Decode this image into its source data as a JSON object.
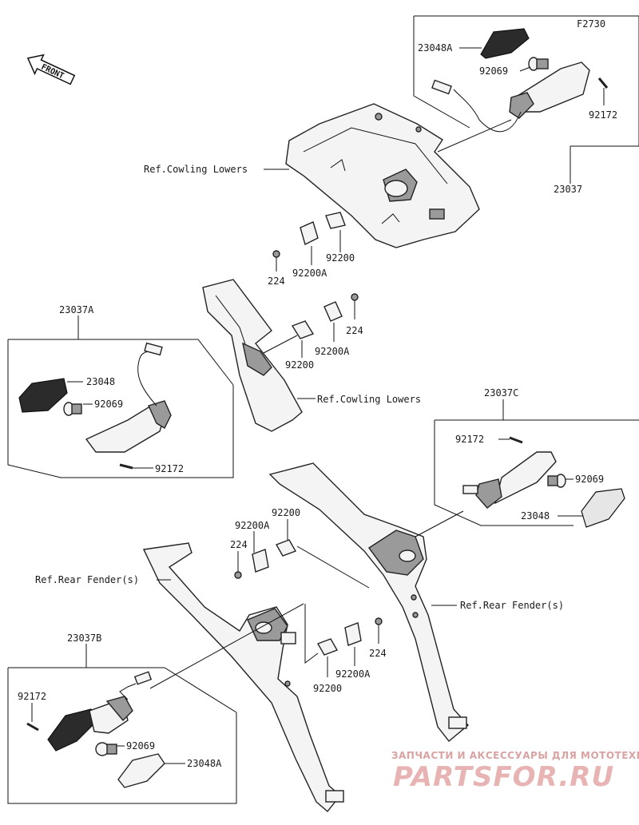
{
  "diagram_code": "F2730",
  "front_label": "FRONT",
  "labels": {
    "lamp_rear_right_top": "23037",
    "lens_a_top": "23048A",
    "bulb_top": "92069",
    "screw_top": "92172",
    "ref_cowling_top": "Ref.Cowling Lowers",
    "ref_cowling_mid": "Ref.Cowling Lowers",
    "screw224_a": "224",
    "plate_a_92200": "92200",
    "plate_a_92200A": "92200A",
    "screw224_b": "224",
    "plate_b_92200": "92200",
    "plate_b_92200A": "92200A",
    "assy_left_front": "23037A",
    "lens_left": "23048",
    "bulb_left": "92069",
    "screw_left": "92172",
    "assy_right_rear": "23037C",
    "screw_right": "92172",
    "bulb_right": "92069",
    "lens_right": "23048",
    "plate_c_92200": "92200",
    "plate_c_92200A": "92200A",
    "screw224_c": "224",
    "ref_fender_left": "Ref.Rear Fender(s)",
    "ref_fender_right": "Ref.Rear Fender(s)",
    "assy_left_rear": "23037B",
    "screw_left_rear": "92172",
    "bulb_left_rear": "92069",
    "lens_left_rear": "23048A",
    "screw224_d": "224",
    "plate_d_92200A": "92200A",
    "plate_d_92200": "92200"
  },
  "watermark": {
    "tagline": "ЗАПЧАСТИ И АКСЕССУАРЫ ДЛЯ МОТОТЕХНИКИ",
    "brand": "PARTSFOR.RU"
  }
}
